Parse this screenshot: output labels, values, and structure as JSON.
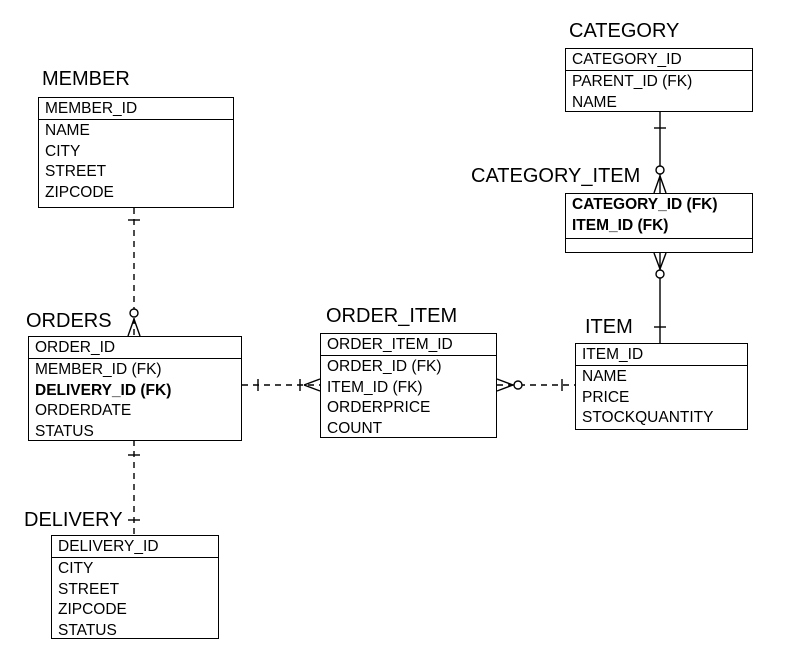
{
  "entities": {
    "member": {
      "title": "MEMBER",
      "pk": "MEMBER_ID",
      "attrs": [
        "NAME",
        "CITY",
        "STREET",
        "ZIPCODE"
      ]
    },
    "orders": {
      "title": "ORDERS",
      "pk": "ORDER_ID",
      "attrs": [
        "MEMBER_ID (FK)",
        "DELIVERY_ID (FK)",
        "ORDERDATE",
        "STATUS"
      ]
    },
    "delivery": {
      "title": "DELIVERY",
      "pk": "DELIVERY_ID",
      "attrs": [
        "CITY",
        "STREET",
        "ZIPCODE",
        "STATUS"
      ]
    },
    "order_item": {
      "title": "ORDER_ITEM",
      "pk": "ORDER_ITEM_ID",
      "attrs": [
        "ORDER_ID (FK)",
        "ITEM_ID (FK)",
        "ORDERPRICE",
        "COUNT"
      ]
    },
    "item": {
      "title": "ITEM",
      "pk": "ITEM_ID",
      "attrs": [
        "NAME",
        "PRICE",
        "STOCKQUANTITY"
      ]
    },
    "category": {
      "title": "CATEGORY",
      "pk": "CATEGORY_ID",
      "attrs": [
        "PARENT_ID (FK)",
        "NAME"
      ]
    },
    "category_item": {
      "title": "CATEGORY_ITEM",
      "keys": [
        "CATEGORY_ID (FK)",
        "ITEM_ID (FK)"
      ]
    }
  },
  "colors": {
    "line": "#000000",
    "background": "#ffffff"
  }
}
